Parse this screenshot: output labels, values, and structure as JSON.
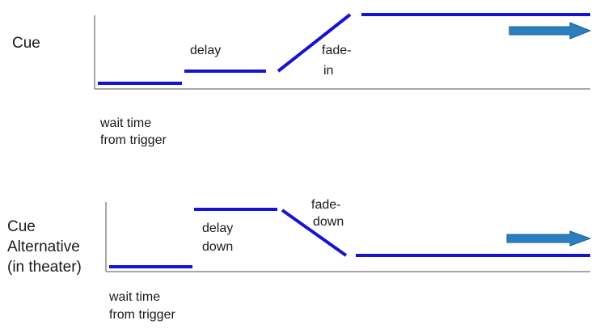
{
  "cue": {
    "title": "Cue",
    "wait_label_line1": "wait time",
    "wait_label_line2": "from trigger",
    "delay_label": "delay",
    "fade_label_line1": "fade-",
    "fade_label_line2": "in"
  },
  "alternative": {
    "title_line1": "Cue",
    "title_line2": "Alternative",
    "title_line3": "(in theater)",
    "wait_label_line1": "wait time",
    "wait_label_line2": "from trigger",
    "delay_label_line1": "delay",
    "delay_label_line2": "down",
    "fade_label_line1": "fade-",
    "fade_label_line2": "down"
  },
  "colors": {
    "signal_line": "#1414d2",
    "axis": "#8a8a8a",
    "arrow_fill": "#2a7fc1",
    "arrow_stroke": "#1c5f96"
  }
}
